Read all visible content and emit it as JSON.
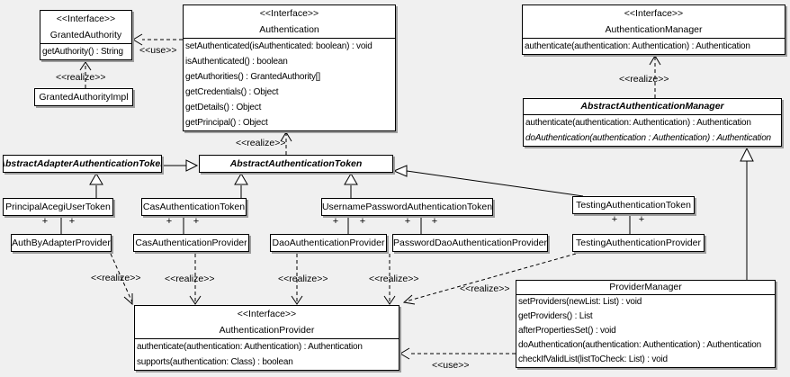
{
  "diagram": {
    "background": "#f0f0f0",
    "box_fill": "#ffffff",
    "border_color": "#000000",
    "shadow_color": "#9e9e9e"
  },
  "labels": {
    "realize": "<<realize>>",
    "use": "<<use>>",
    "plus": "+",
    "interface_stereotype": "<<Interface>>"
  },
  "classes": {
    "granted_authority": {
      "stereotype": "<<Interface>>",
      "name": "GrantedAuthority",
      "methods": [
        "getAuthority() : String"
      ]
    },
    "granted_authority_impl": {
      "name": "GrantedAuthorityImpl"
    },
    "authentication": {
      "stereotype": "<<Interface>>",
      "name": "Authentication",
      "methods": [
        "setAuthenticated(isAuthenticated: boolean) : void",
        "isAuthenticated() : boolean",
        "getAuthorities() : GrantedAuthority[]",
        "getCredentials() : Object",
        "getDetails() : Object",
        "getPrincipal() : Object"
      ]
    },
    "authentication_manager": {
      "stereotype": "<<Interface>>",
      "name": "AuthenticationManager",
      "methods": [
        "authenticate(authentication: Authentication) : Authentication"
      ]
    },
    "abstract_authentication_manager": {
      "name": "AbstractAuthenticationManager",
      "methods": [
        "authenticate(authentication: Authentication) : Authentication",
        "doAuthentication(authentication : Authentication) : Authentication"
      ]
    },
    "abstract_adapter_authentication_token": {
      "name": "AbstractAdapterAuthenticationToken"
    },
    "abstract_authentication_token": {
      "name": "AbstractAuthenticationToken"
    },
    "principal_acegi_user_token": {
      "name": "PrincipalAcegiUserToken"
    },
    "cas_authentication_token": {
      "name": "CasAuthenticationToken"
    },
    "username_password_authentication_token": {
      "name": "UsernamePasswordAuthenticationToken"
    },
    "testing_authentication_token": {
      "name": "TestingAuthenticationToken"
    },
    "auth_by_adapter_provider": {
      "name": "AuthByAdapterProvider"
    },
    "cas_authentication_provider": {
      "name": "CasAuthenticationProvider"
    },
    "dao_authentication_provider": {
      "name": "DaoAuthenticationProvider"
    },
    "password_dao_authentication_provider": {
      "name": "PasswordDaoAuthenticationProvider"
    },
    "testing_authentication_provider": {
      "name": "TestingAuthenticationProvider"
    },
    "authentication_provider": {
      "stereotype": "<<Interface>>",
      "name": "AuthenticationProvider",
      "methods": [
        "authenticate(authentication: Authentication) : Authentication",
        "supports(authentication: Class) : boolean"
      ]
    },
    "provider_manager": {
      "name": "ProviderManager",
      "methods": [
        "setProviders(newList: List) : void",
        "getProviders() : List",
        "afterPropertiesSet() : void",
        "doAuthentication(authentication: Authentication) : Authentication",
        "checkIfValidList(listToCheck: List) : void"
      ]
    }
  }
}
